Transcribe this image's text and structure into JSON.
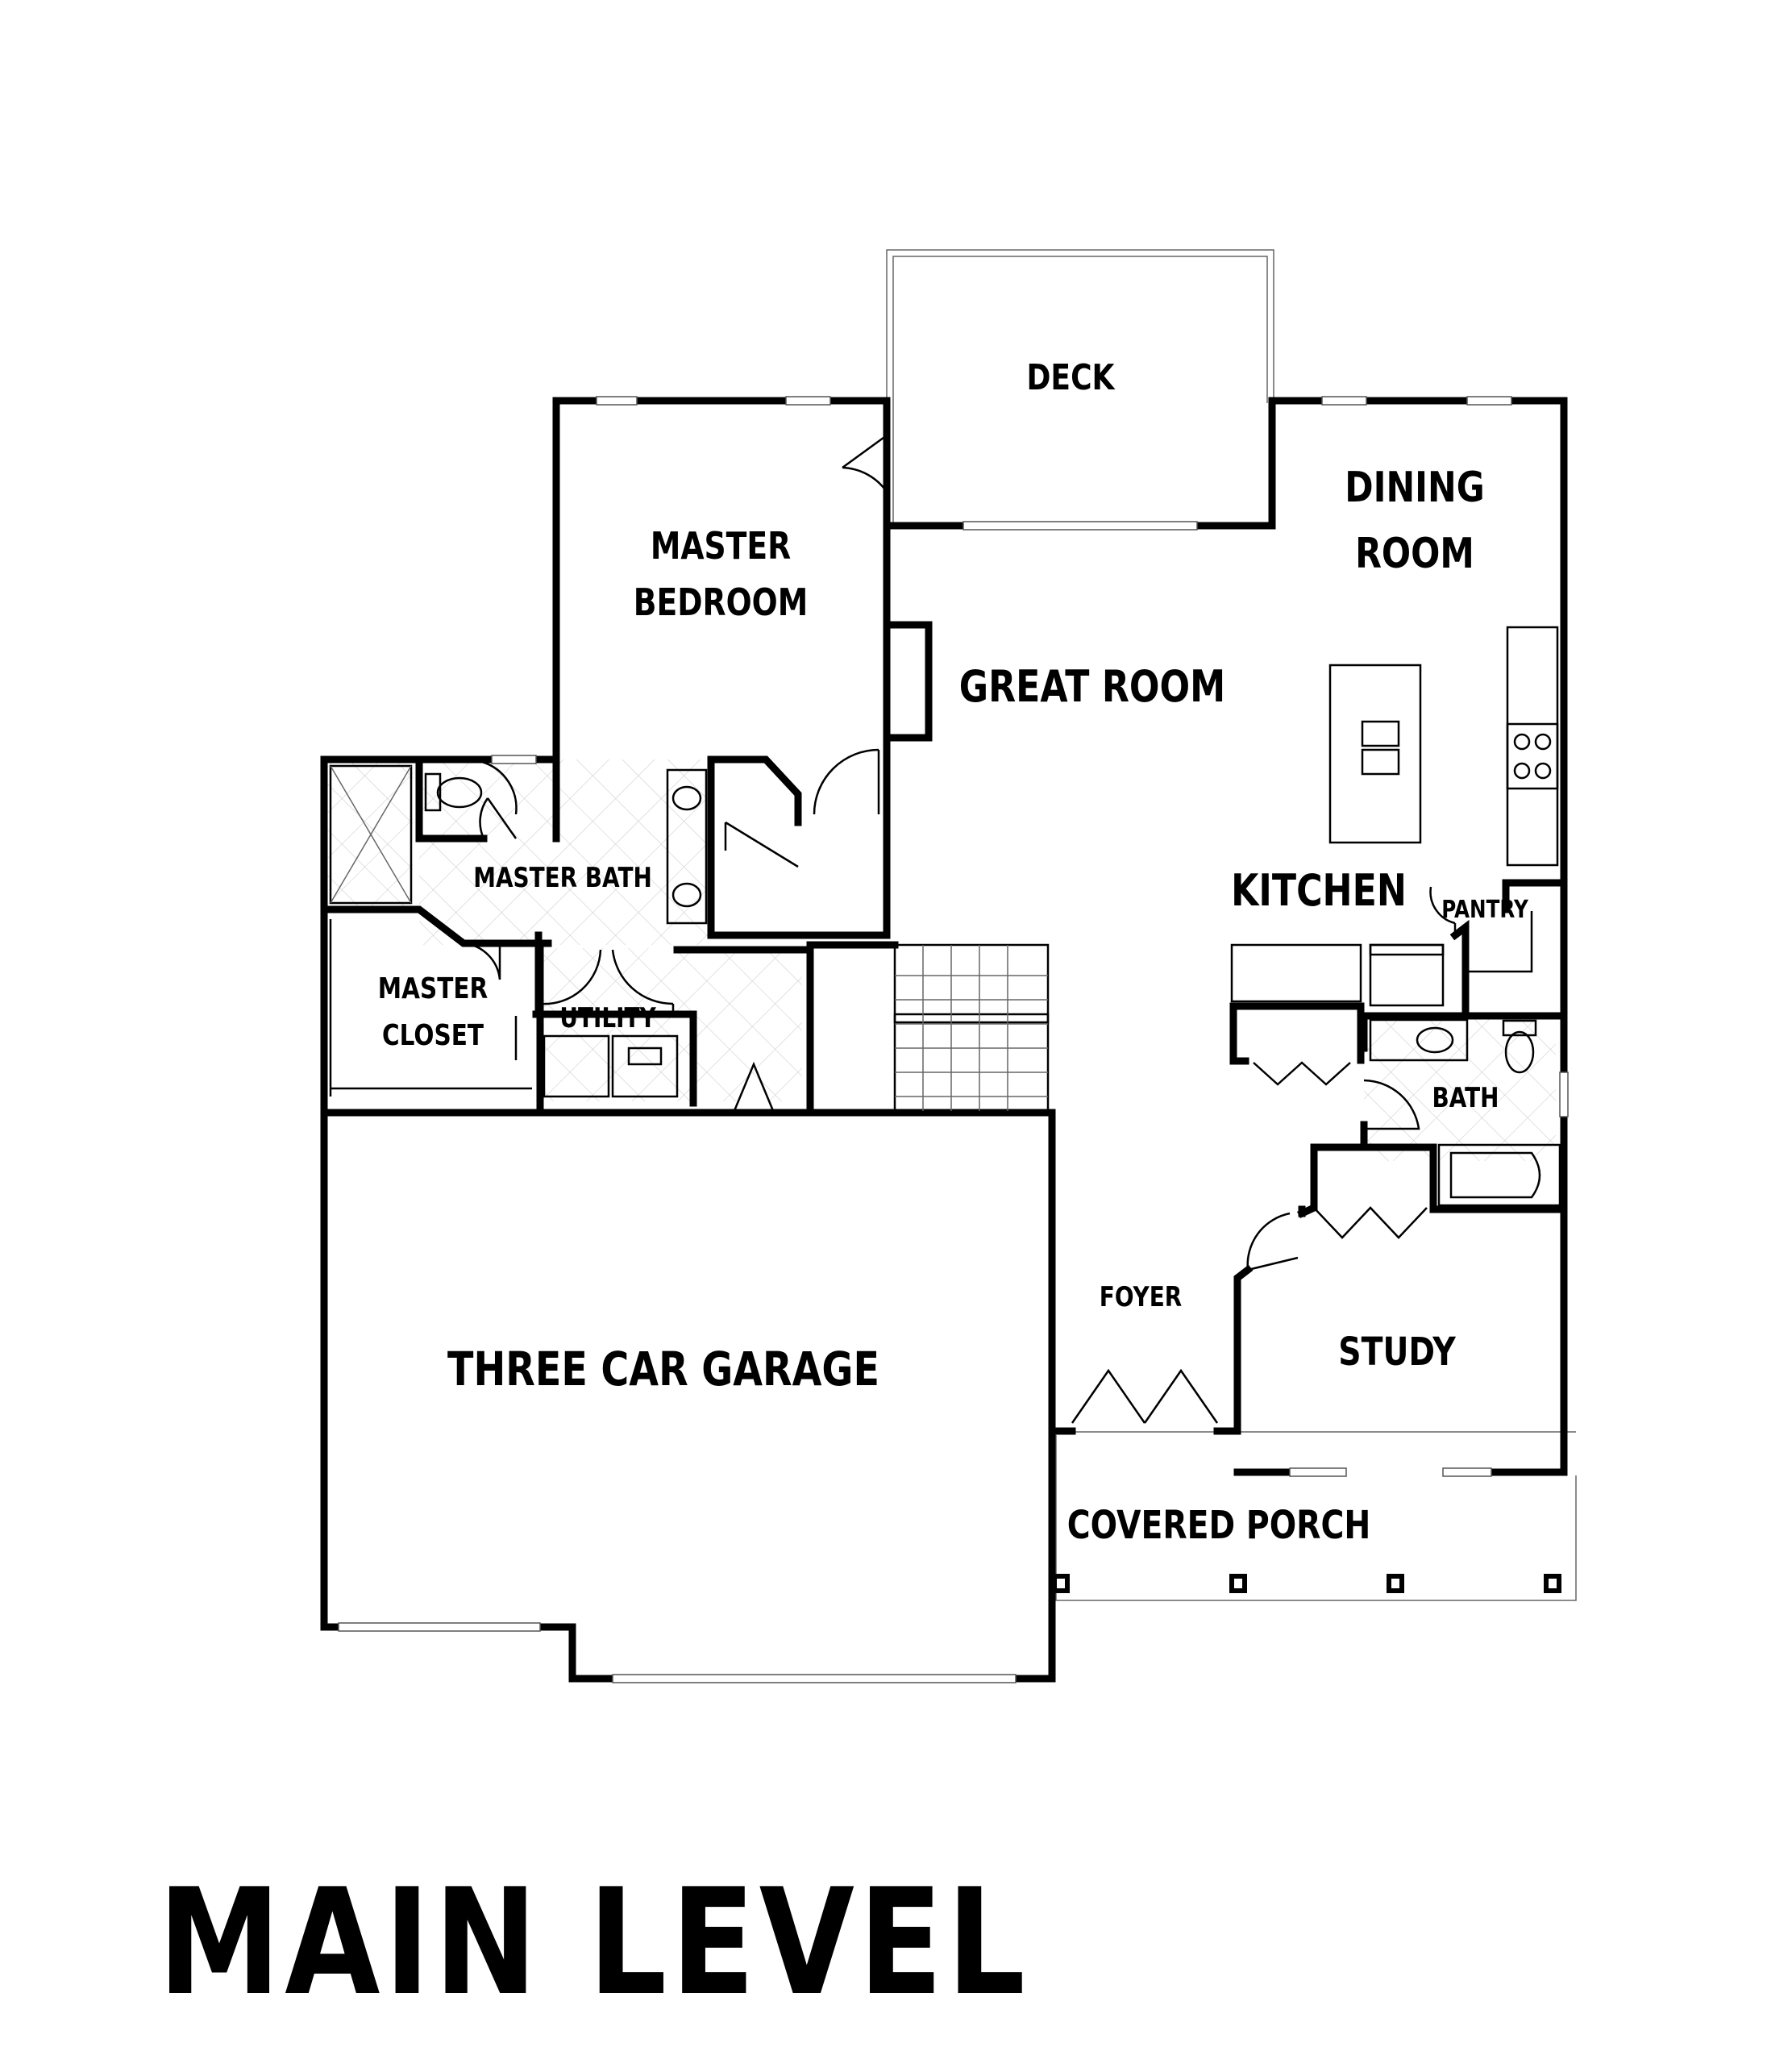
{
  "plan_title": "MAIN LEVEL",
  "rooms": {
    "deck": "DECK",
    "dining_room": [
      "DINING",
      "ROOM"
    ],
    "master_bedroom": [
      "MASTER",
      "BEDROOM"
    ],
    "great_room": "GREAT ROOM",
    "kitchen": "KITCHEN",
    "pantry": "PANTRY",
    "master_bath": "MASTER BATH",
    "master_closet": [
      "MASTER",
      "CLOSET"
    ],
    "utility": "UTILITY",
    "bath": "BATH",
    "foyer": "FOYER",
    "study": "STUDY",
    "garage": "THREE CAR GARAGE",
    "covered_porch": "COVERED PORCH"
  }
}
